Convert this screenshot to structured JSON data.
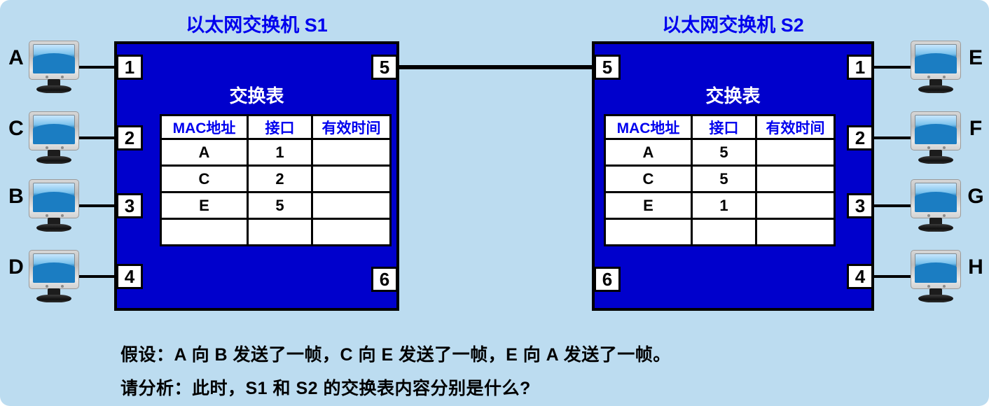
{
  "background_color": "#bcdcf0",
  "switch_color": "#0000cc",
  "accent_blue": "#0000ee",
  "switches": [
    {
      "id": "S1",
      "title": "以太网交换机 S1",
      "table_caption": "交换表",
      "table": {
        "headers": [
          "MAC地址",
          "接口",
          "有效时间"
        ],
        "rows": [
          {
            "mac": "A",
            "port": "1",
            "time": ""
          },
          {
            "mac": "C",
            "port": "2",
            "time": ""
          },
          {
            "mac": "E",
            "port": "5",
            "time": ""
          },
          {
            "mac": "",
            "port": "",
            "time": ""
          }
        ]
      },
      "ports": [
        {
          "number": "1",
          "side": "left",
          "host": "A"
        },
        {
          "number": "2",
          "side": "left",
          "host": "C"
        },
        {
          "number": "3",
          "side": "left",
          "host": "B"
        },
        {
          "number": "4",
          "side": "left",
          "host": "D"
        },
        {
          "number": "5",
          "side": "right",
          "host": "trunk"
        },
        {
          "number": "6",
          "side": "right",
          "host": ""
        }
      ]
    },
    {
      "id": "S2",
      "title": "以太网交换机 S2",
      "table_caption": "交换表",
      "table": {
        "headers": [
          "MAC地址",
          "接口",
          "有效时间"
        ],
        "rows": [
          {
            "mac": "A",
            "port": "5",
            "time": ""
          },
          {
            "mac": "C",
            "port": "5",
            "time": ""
          },
          {
            "mac": "E",
            "port": "1",
            "time": ""
          },
          {
            "mac": "",
            "port": "",
            "time": ""
          }
        ]
      },
      "ports": [
        {
          "number": "5",
          "side": "left",
          "host": "trunk"
        },
        {
          "number": "6",
          "side": "left",
          "host": ""
        },
        {
          "number": "1",
          "side": "right",
          "host": "E"
        },
        {
          "number": "2",
          "side": "right",
          "host": "F"
        },
        {
          "number": "3",
          "side": "right",
          "host": "G"
        },
        {
          "number": "4",
          "side": "right",
          "host": "H"
        }
      ]
    }
  ],
  "hosts": {
    "left": [
      {
        "label": "A",
        "port": "1"
      },
      {
        "label": "C",
        "port": "2"
      },
      {
        "label": "B",
        "port": "3"
      },
      {
        "label": "D",
        "port": "4"
      }
    ],
    "right": [
      {
        "label": "E",
        "port": "1"
      },
      {
        "label": "F",
        "port": "2"
      },
      {
        "label": "G",
        "port": "3"
      },
      {
        "label": "H",
        "port": "4"
      }
    ]
  },
  "caption": {
    "line1": "假设：A 向 B 发送了一帧，C 向 E 发送了一帧，E 向 A 发送了一帧。",
    "line2": "请分析：此时，S1 和 S2 的交换表内容分别是什么?"
  }
}
